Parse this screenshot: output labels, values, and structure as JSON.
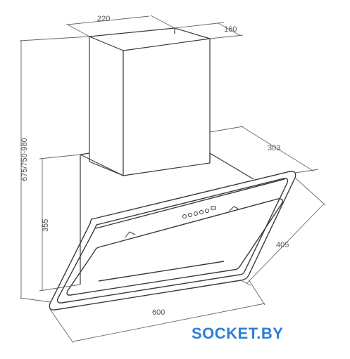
{
  "dimensions": {
    "chimney_width": "220",
    "chimney_depth": "160",
    "total_height": "675/750-980",
    "body_depth": "303",
    "body_height": "355",
    "glass_length": "405",
    "width": "600"
  },
  "brand": {
    "text": "SOCKET.BY",
    "color": "#2a7fd4"
  },
  "colors": {
    "outline": "#3a3a3a",
    "dimension_line": "#666666"
  }
}
